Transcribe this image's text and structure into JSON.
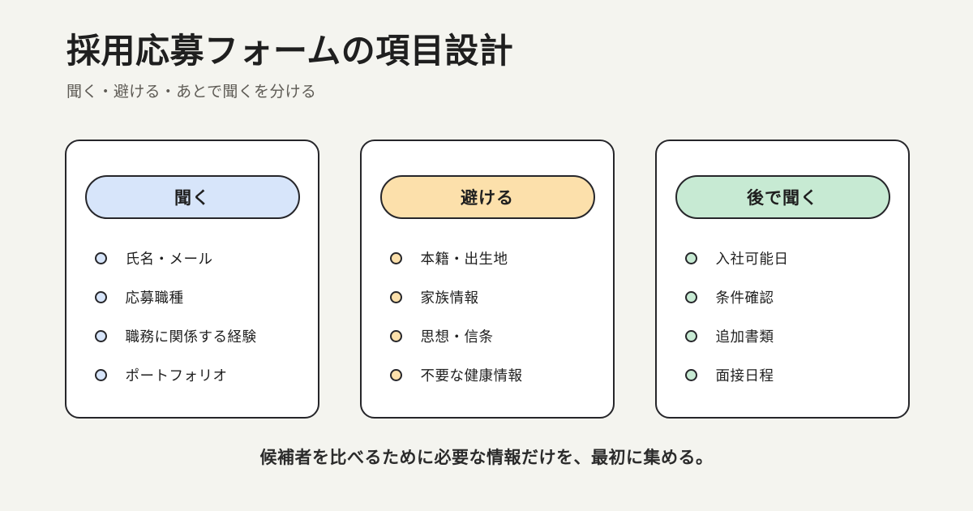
{
  "header": {
    "title": "採用応募フォームの項目設計",
    "subtitle": "聞く・避ける・あとで聞くを分ける"
  },
  "colors": {
    "background": "#f4f4ef",
    "card_background": "#ffffff",
    "border": "#26262a",
    "title_text": "#1f1f1f",
    "subtitle_text": "#5e5b55",
    "footer_text": "#2b2b2b",
    "blue_fill": "#d7e5fa",
    "orange_fill": "#fce0ab",
    "green_fill": "#c7ead3"
  },
  "cards": [
    {
      "badge_label": "聞く",
      "accent": "#d7e5fa",
      "items": [
        {
          "label": "氏名・メール"
        },
        {
          "label": "応募職種"
        },
        {
          "label": "職務に関係する経験"
        },
        {
          "label": "ポートフォリオ"
        }
      ]
    },
    {
      "badge_label": "避ける",
      "accent": "#fce0ab",
      "items": [
        {
          "label": "本籍・出生地"
        },
        {
          "label": "家族情報"
        },
        {
          "label": "思想・信条"
        },
        {
          "label": "不要な健康情報"
        }
      ]
    },
    {
      "badge_label": "後で聞く",
      "accent": "#c7ead3",
      "items": [
        {
          "label": "入社可能日"
        },
        {
          "label": "条件確認"
        },
        {
          "label": "追加書類"
        },
        {
          "label": "面接日程"
        }
      ]
    }
  ],
  "footer": {
    "note": "候補者を比べるために必要な情報だけを、最初に集める。"
  }
}
